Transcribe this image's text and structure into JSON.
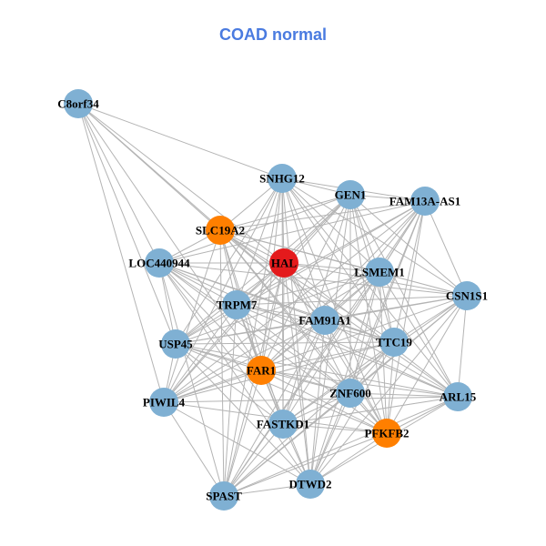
{
  "title": "COAD normal",
  "colors": {
    "title": "#4a7be0",
    "edge": "#b4b4b4",
    "node_default": "#7fb0d3",
    "node_highlight": "#ff7f00",
    "node_center": "#e41a1c"
  },
  "nodes": [
    {
      "id": "C8orf34",
      "group": "default"
    },
    {
      "id": "SNHG12",
      "group": "default"
    },
    {
      "id": "GEN1",
      "group": "default"
    },
    {
      "id": "FAM13A-AS1",
      "group": "default"
    },
    {
      "id": "SLC19A2",
      "group": "highlight"
    },
    {
      "id": "LOC440944",
      "group": "default"
    },
    {
      "id": "HAL",
      "group": "center"
    },
    {
      "id": "LSMEM1",
      "group": "default"
    },
    {
      "id": "CSN1S1",
      "group": "default"
    },
    {
      "id": "TRPM7",
      "group": "default"
    },
    {
      "id": "FAM91A1",
      "group": "default"
    },
    {
      "id": "USP45",
      "group": "default"
    },
    {
      "id": "TTC19",
      "group": "default"
    },
    {
      "id": "FAR1",
      "group": "highlight"
    },
    {
      "id": "ZNF600",
      "group": "default"
    },
    {
      "id": "ARL15",
      "group": "default"
    },
    {
      "id": "PIWIL4",
      "group": "default"
    },
    {
      "id": "FASTKD1",
      "group": "default"
    },
    {
      "id": "PFKFB2",
      "group": "highlight"
    },
    {
      "id": "SPAST",
      "group": "default"
    },
    {
      "id": "DTWD2",
      "group": "default"
    }
  ]
}
